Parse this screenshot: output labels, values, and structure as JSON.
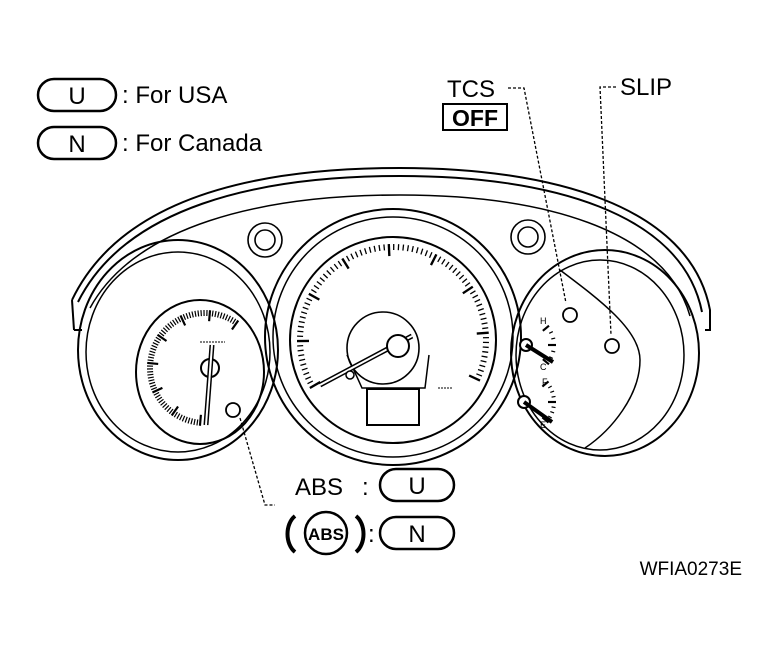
{
  "legend": {
    "usa": {
      "code": "U",
      "text": ": For USA"
    },
    "canada": {
      "code": "N",
      "text": ": For Canada"
    }
  },
  "callouts": {
    "tcs_top": "TCS",
    "tcs_bottom": "OFF",
    "slip": "SLIP"
  },
  "abs": {
    "usa_label": "ABS",
    "usa_colon": ":",
    "usa_code": "U",
    "canada_icon_text": "ABS",
    "canada_colon": ":",
    "canada_code": "N"
  },
  "figure_id": "WFIA0273E"
}
